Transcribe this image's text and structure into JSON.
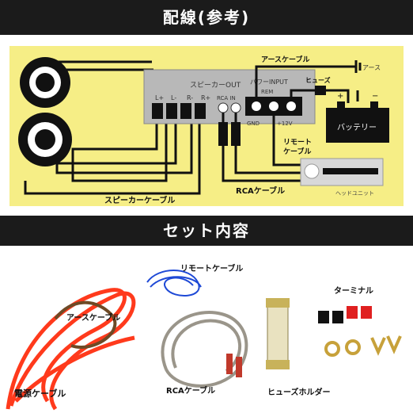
{
  "header": {
    "wiring_title": "配線(参考)",
    "contents_title": "セット内容"
  },
  "diagram": {
    "amp_label": "スピーカーOUT",
    "speaker_terminals": [
      "L+",
      "L-",
      "R-",
      "R+"
    ],
    "rca_in_label": "RCA IN",
    "power_input_label": "パワーINPUT",
    "rem_label": "REM",
    "gnd_label": "GND",
    "plus12v_label": "+12V",
    "earth_cable_label": "アースケーブル",
    "earth_label": "アース",
    "fuse_label": "ヒューズ",
    "battery_label": "バッテリー",
    "battery_plus": "+",
    "battery_minus": "−",
    "remote_cable_label": [
      "リモート",
      "ケーブル"
    ],
    "head_unit_label": "ヘッドユニット",
    "speaker_cable_label": "スピーカーケーブル",
    "rca_cable_label": "RCAケーブル"
  },
  "contents": {
    "remote_cable": "リモートケーブル",
    "earth_cable": "アースケーブル",
    "terminal": "ターミナル",
    "power_cable": "電源ケーブル",
    "rca_cable": "RCAケーブル",
    "fuse_holder": "ヒューズホルダー"
  },
  "colors": {
    "diagram_bg": "#f6ee86",
    "banner_bg": "#1b1b1b",
    "power_cable": "#ff3a1c",
    "remote_cable": "#1e49d6",
    "earth_cable": "#6e4a26"
  }
}
